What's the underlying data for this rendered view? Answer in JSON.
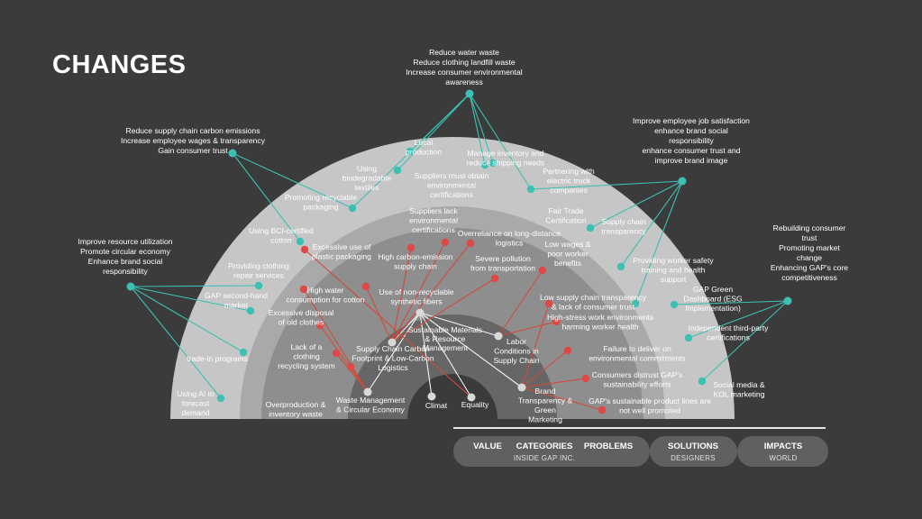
{
  "title": "CHANGES",
  "colors": {
    "background": "#3b3b3b",
    "ring_solutions": "#c6c6c6",
    "ring_problems": "#a9a9a9",
    "ring_categories": "#8e8e8e",
    "ring_core": "#666666",
    "dot_problem": "#e04848",
    "dot_category": "#d9d9d9",
    "dot_impact": "#3cc0b4",
    "edge_problem": "#d24a3a",
    "edge_impact": "#3cc0b4"
  },
  "value": "Sustainable Materials & Resource Management",
  "categories": [
    "Waste Management & Circular Economy",
    "Supply Chain Carbon Footprint & Low-Carbon Logistics",
    "Climat",
    "Equality",
    "Labor Conditions in Supply Chain",
    "Brand Transparency & Green Marketing"
  ],
  "problems": [
    "Excessive use of plastic packaging",
    "High water consumption for cotton",
    "Excessive disposal of old clothes",
    "Lack of a clothing recycling system",
    "Overproduction & inventory waste",
    "High carbon-emission supply chain",
    "Use of non-recyclable synthetic fibers",
    "Suppliers lack environmental certifications",
    "Overreliance on long-distance logistics",
    "Severe pollution from transportation",
    "Low wages & poor worker benefits",
    "Low supply chain transparency & lack of consumer trust",
    "High-stress work environments harming worker health",
    "Failure to deliver on environmental commitments",
    "Consumers distrust GAP's sustainability efforts",
    "GAP's sustainable product lines are not well promoted"
  ],
  "solutions": [
    "Using AI to forecast demand",
    "trade-in programs",
    "GAP second-hand market",
    "Providing clothing repair services",
    "Using BCI-certified cotton",
    "Promoting recyclable packaging",
    "Using biodegradable textiles",
    "Local production",
    "Suppliers must obtain environmental certifications",
    "Manage inventory and reduce shipping needs",
    "Partnering with electric truck companies",
    "Fair Trade Certification",
    "Supply chain transparency",
    "Providing worker safety training and health support",
    "GAP Green Dashboard (ESG Implementation)",
    "Independent third-party certifications",
    "Social media & KOL marketing"
  ],
  "impacts": [
    "Improve resource utilization Promote circular economy Enhance brand social responsibility",
    "Reduce supply chain carbon emissions Increase employee wages & transparency Gain consumer trust",
    "Reduce water waste Reduce clothing landfill waste Increase consumer environmental awareness",
    "Improve employee job satisfaction enhance brand social responsibility enhance consumer trust and improve brand image",
    "Rebuilding consumer trust Promoting market change Enhancing GAP's core competitiveness"
  ],
  "legend": {
    "group1_sub": "INSIDE GAP INC.",
    "value": "VALUE",
    "categories": "CATEGORIES",
    "problems": "PROBLEMS",
    "solutions": "SOLUTIONS",
    "solutions_sub": "DESIGNERS",
    "impacts": "IMPACTS",
    "impacts_sub": "WORLD"
  }
}
